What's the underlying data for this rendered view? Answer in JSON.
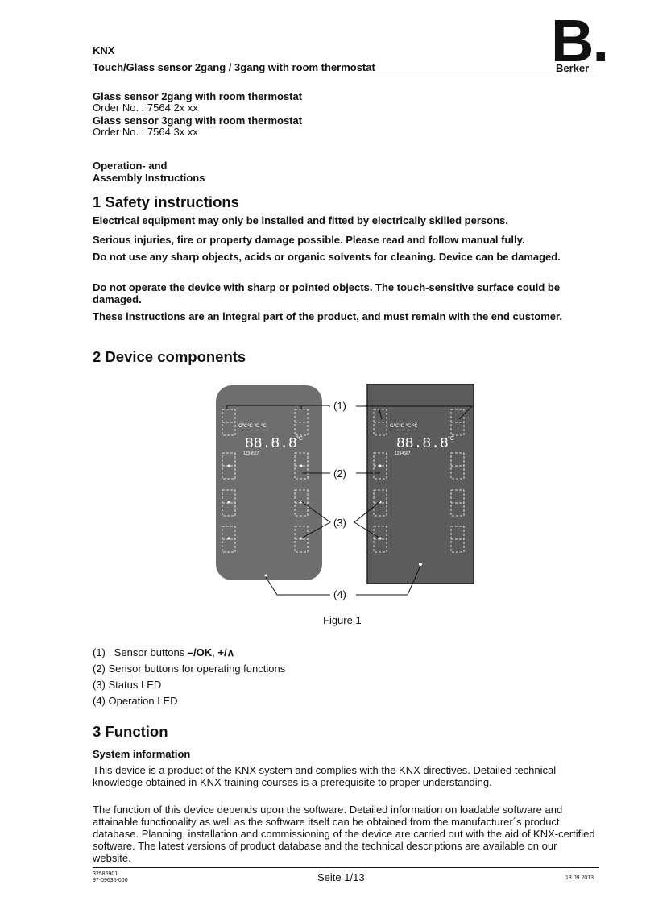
{
  "header": {
    "brand": "KNX",
    "title": "Touch/Glass sensor 2gang / 3gang with room thermostat",
    "logo_letter": "B.",
    "logo_name": "Berker"
  },
  "products": [
    {
      "name": "Glass sensor 2gang with room thermostat",
      "order": "Order No. : 7564 2x xx"
    },
    {
      "name": "Glass sensor 3gang with room thermostat",
      "order": "Order No. : 7564 3x xx"
    }
  ],
  "doc_type_line1": "Operation- and",
  "doc_type_line2": "Assembly Instructions",
  "section1": {
    "title": "1 Safety instructions",
    "items": [
      "Electrical equipment may only be installed and fitted by electrically skilled persons.",
      "Serious injuries, fire or property damage possible. Please read and follow manual fully.",
      "Do not use any sharp objects, acids or organic solvents for cleaning. Device can be damaged.",
      "Do not operate the device with sharp or pointed objects. The touch-sensitive surface could be damaged.",
      "These instructions are an integral part of the product, and must remain with the end customer."
    ]
  },
  "section2": {
    "title": "2 Device components",
    "figure_caption": "Figure 1",
    "callouts": [
      "(1)",
      "(2)",
      "(3)",
      "(4)"
    ],
    "display_digits": "88.8.8",
    "display_unit": "°C",
    "day_numbers": "1234567",
    "legend": [
      {
        "num": "(1)",
        "text": "Sensor buttons ",
        "bold": "–/OK",
        "sep": ", ",
        "bold2": "+/∧"
      },
      {
        "num": "(2)",
        "text": "Sensor buttons for operating functions"
      },
      {
        "num": "(3)",
        "text": "Status LED"
      },
      {
        "num": "(4)",
        "text": "Operation LED"
      }
    ]
  },
  "section3": {
    "title": "3 Function",
    "subtitle": "System information",
    "para1": "This device is a product of the KNX system and complies with the KNX directives. Detailed technical knowledge obtained in KNX training courses is a prerequisite to proper understanding.",
    "para2": "The function of this device depends upon the software. Detailed information on loadable software and attainable functionality as well as the software itself can be obtained from the manufacturer´s product database. Planning, installation and commissioning of the device are carried out with the aid of KNX-certified software. The latest versions of product database and the technical descriptions are available on our website."
  },
  "footer": {
    "doc_no": "32586901",
    "doc_no2": "97-09635-000",
    "page": "Seite 1/13",
    "date": "13.09.2013"
  }
}
